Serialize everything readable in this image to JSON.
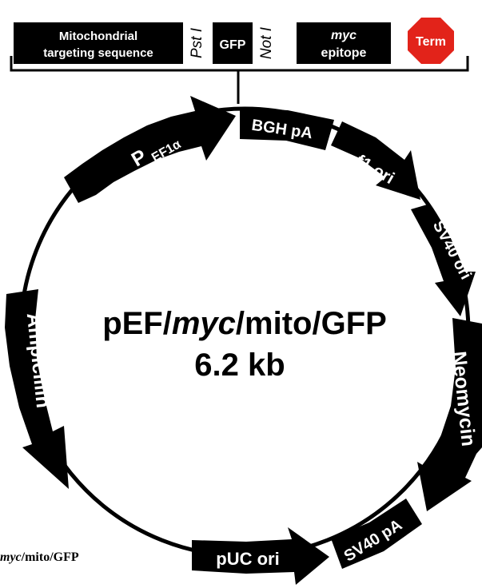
{
  "plasmid": {
    "name_prefix": "pEF/",
    "name_italic": "myc",
    "name_suffix": "/mito/GFP",
    "size": "6.2 kb"
  },
  "cassette": {
    "mito_line1": "Mitochondrial",
    "mito_line2": "targeting sequence",
    "pst": "Pst I",
    "gfp": "GFP",
    "not": "Not I",
    "myc_line1": "myc",
    "myc_line2": "epitope",
    "term": "Term"
  },
  "features": {
    "promoter_main": "P",
    "promoter_sub": "EF1α",
    "bgh": "BGH pA",
    "f1": "f1 ori",
    "sv40ori": "SV40 ori",
    "neo": "Neomycin",
    "sv40pa": "SV40 pA",
    "puc": "pUC ori",
    "amp": "Ampicillin"
  },
  "caption": {
    "italic": "myc",
    "rest": "/mito/GFP"
  },
  "colors": {
    "feature_fill": "#000000",
    "term_fill": "#e2231a",
    "label_text": "#ffffff"
  }
}
